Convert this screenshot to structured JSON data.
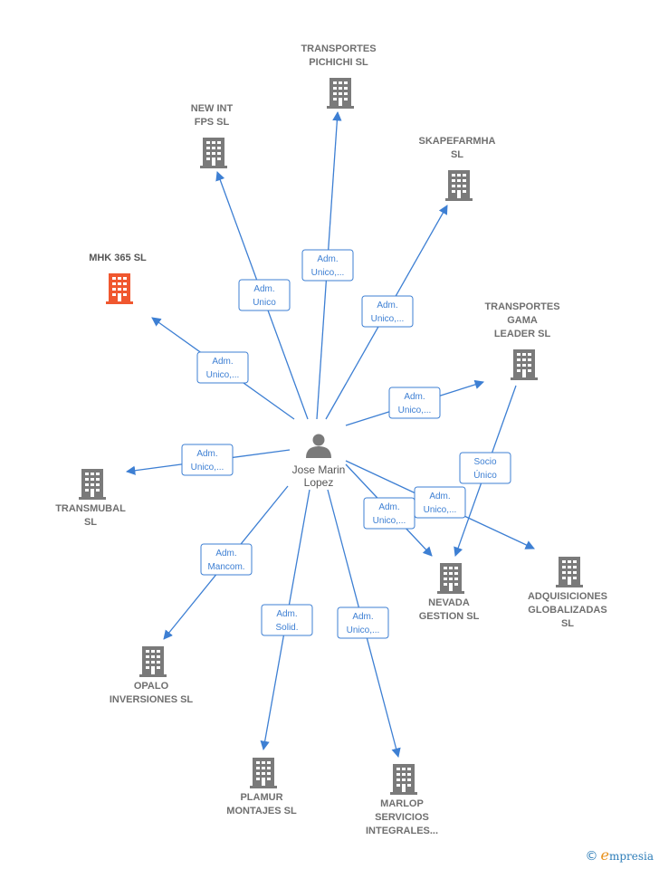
{
  "colors": {
    "edge": "#3d7fd3",
    "building": "#7a7a7a",
    "highlight": "#f0572f",
    "person": "#7a7a7a"
  },
  "center": {
    "name_lines": [
      "Jose Marin",
      "Lopez"
    ],
    "icon": "person-icon"
  },
  "nodes": [
    {
      "id": "pichichi",
      "lines": [
        "TRANSPORTES",
        "PICHICHI  SL"
      ],
      "icon": "building-icon"
    },
    {
      "id": "newint",
      "lines": [
        "NEW INT",
        "FPS SL"
      ],
      "icon": "building-icon"
    },
    {
      "id": "skape",
      "lines": [
        "SKAPEFARMHA",
        "SL"
      ],
      "icon": "building-icon"
    },
    {
      "id": "mhk",
      "lines": [
        "MHK 365  SL"
      ],
      "icon": "building-icon",
      "highlight": true
    },
    {
      "id": "gama",
      "lines": [
        "TRANSPORTES",
        "GAMA",
        "LEADER  SL"
      ],
      "icon": "building-icon"
    },
    {
      "id": "transmubal",
      "lines": [
        "TRANSMUBAL",
        "SL"
      ],
      "icon": "building-icon"
    },
    {
      "id": "nevada",
      "lines": [
        "NEVADA",
        "GESTION  SL"
      ],
      "icon": "building-icon"
    },
    {
      "id": "adquisiciones",
      "lines": [
        "ADQUISICIONES",
        "GLOBALIZADAS",
        "SL"
      ],
      "icon": "building-icon"
    },
    {
      "id": "opalo",
      "lines": [
        "OPALO",
        "INVERSIONES SL"
      ],
      "icon": "building-icon"
    },
    {
      "id": "plamur",
      "lines": [
        "PLAMUR",
        "MONTAJES SL"
      ],
      "icon": "building-icon"
    },
    {
      "id": "marlop",
      "lines": [
        "MARLOP",
        "SERVICIOS",
        "INTEGRALES..."
      ],
      "icon": "building-icon"
    }
  ],
  "edges": [
    {
      "id": "e-pichichi",
      "lines": [
        "Adm.",
        "Unico,..."
      ]
    },
    {
      "id": "e-newint",
      "lines": [
        "Adm.",
        "Unico"
      ]
    },
    {
      "id": "e-skape",
      "lines": [
        "Adm.",
        "Unico,..."
      ]
    },
    {
      "id": "e-mhk",
      "lines": [
        "Adm.",
        "Unico,..."
      ]
    },
    {
      "id": "e-gama",
      "lines": [
        "Adm.",
        "Unico,..."
      ]
    },
    {
      "id": "e-transmubal",
      "lines": [
        "Adm.",
        "Unico,..."
      ]
    },
    {
      "id": "e-gama-nevada",
      "lines": [
        "Socio",
        "Único"
      ]
    },
    {
      "id": "e-nevada",
      "lines": [
        "Adm.",
        "Unico,..."
      ]
    },
    {
      "id": "e-adquisiciones",
      "lines": [
        "Adm.",
        "Unico,..."
      ]
    },
    {
      "id": "e-opalo",
      "lines": [
        "Adm.",
        "Mancom."
      ]
    },
    {
      "id": "e-plamur",
      "lines": [
        "Adm.",
        "Solid."
      ]
    },
    {
      "id": "e-marlop",
      "lines": [
        "Adm.",
        "Unico,..."
      ]
    }
  ],
  "footer": {
    "copyright": "©",
    "brand_initial": "e",
    "brand_rest": "mpresia"
  }
}
